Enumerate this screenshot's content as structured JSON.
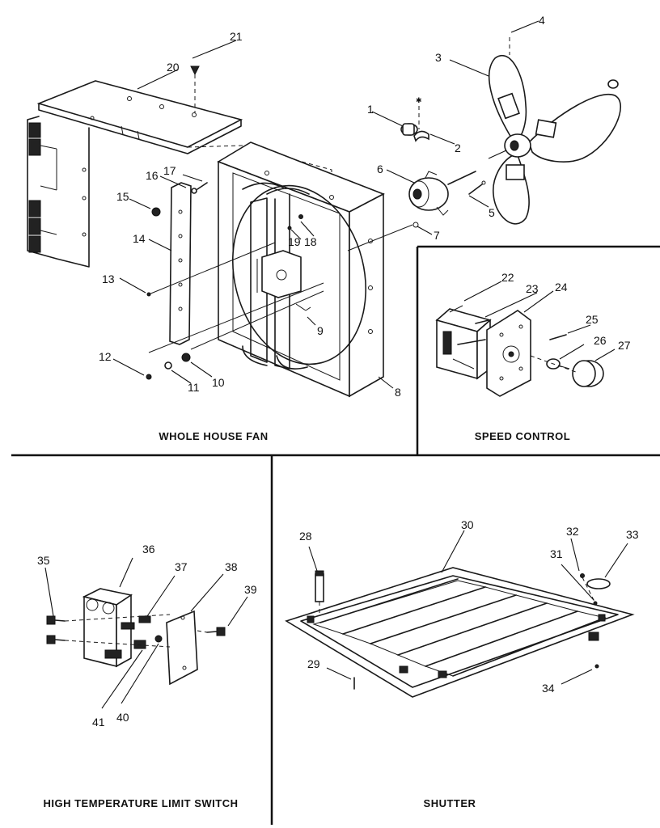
{
  "sections": {
    "whole_house_fan": "WHOLE HOUSE FAN",
    "speed_control": "SPEED CONTROL",
    "high_temp_switch": "HIGH TEMPERATURE LIMIT SWITCH",
    "shutter": "SHUTTER"
  },
  "callouts": {
    "c1": "1",
    "c2": "2",
    "c3": "3",
    "c4": "4",
    "c5": "5",
    "c6": "6",
    "c7": "7",
    "c8": "8",
    "c9": "9",
    "c10": "10",
    "c11": "11",
    "c12": "12",
    "c13": "13",
    "c14": "14",
    "c15": "15",
    "c16": "16",
    "c17": "17",
    "c18": "18",
    "c19": "19",
    "c20": "20",
    "c21": "21",
    "c22": "22",
    "c23": "23",
    "c24": "24",
    "c25": "25",
    "c26": "26",
    "c27": "27",
    "c28": "28",
    "c29": "29",
    "c30": "30",
    "c31": "31",
    "c32": "32",
    "c33": "33",
    "c34": "34",
    "c35": "35",
    "c36": "36",
    "c37": "37",
    "c38": "38",
    "c39": "39",
    "c40": "40",
    "c41": "41"
  }
}
